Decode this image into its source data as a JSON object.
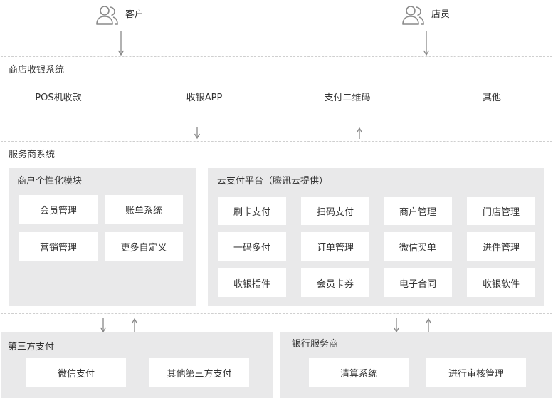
{
  "actors": {
    "customer": "客户",
    "clerk": "店员"
  },
  "store_system": {
    "title": "商店收银系统",
    "items": [
      "POS机收款",
      "收银APP",
      "支付二维码",
      "其他"
    ]
  },
  "service_system": {
    "title": "服务商系统",
    "merchant_module": {
      "title": "商户个性化模块",
      "items": [
        "会员管理",
        "账单系统",
        "营销管理",
        "更多自定义"
      ]
    },
    "cloud_platform": {
      "title": "云支付平台（腾讯云提供）",
      "items": [
        "刷卡支付",
        "扫码支付",
        "商户管理",
        "门店管理",
        "一码多付",
        "订单管理",
        "微信买单",
        "进件管理",
        "收银插件",
        "会员卡券",
        "电子合同",
        "收银软件"
      ]
    }
  },
  "third_party": {
    "title": "第三方支付",
    "items": [
      "微信支付",
      "其他第三方支付"
    ]
  },
  "bank": {
    "title": "银行服务商",
    "items": [
      "清算系统",
      "进行审核管理"
    ]
  },
  "colors": {
    "dashed_border": "#cfcfcf",
    "panel_bg": "#e9e9ea",
    "card_bg": "#ffffff",
    "arrow": "#888888",
    "icon": "#8a8a8a",
    "text": "#333333"
  }
}
